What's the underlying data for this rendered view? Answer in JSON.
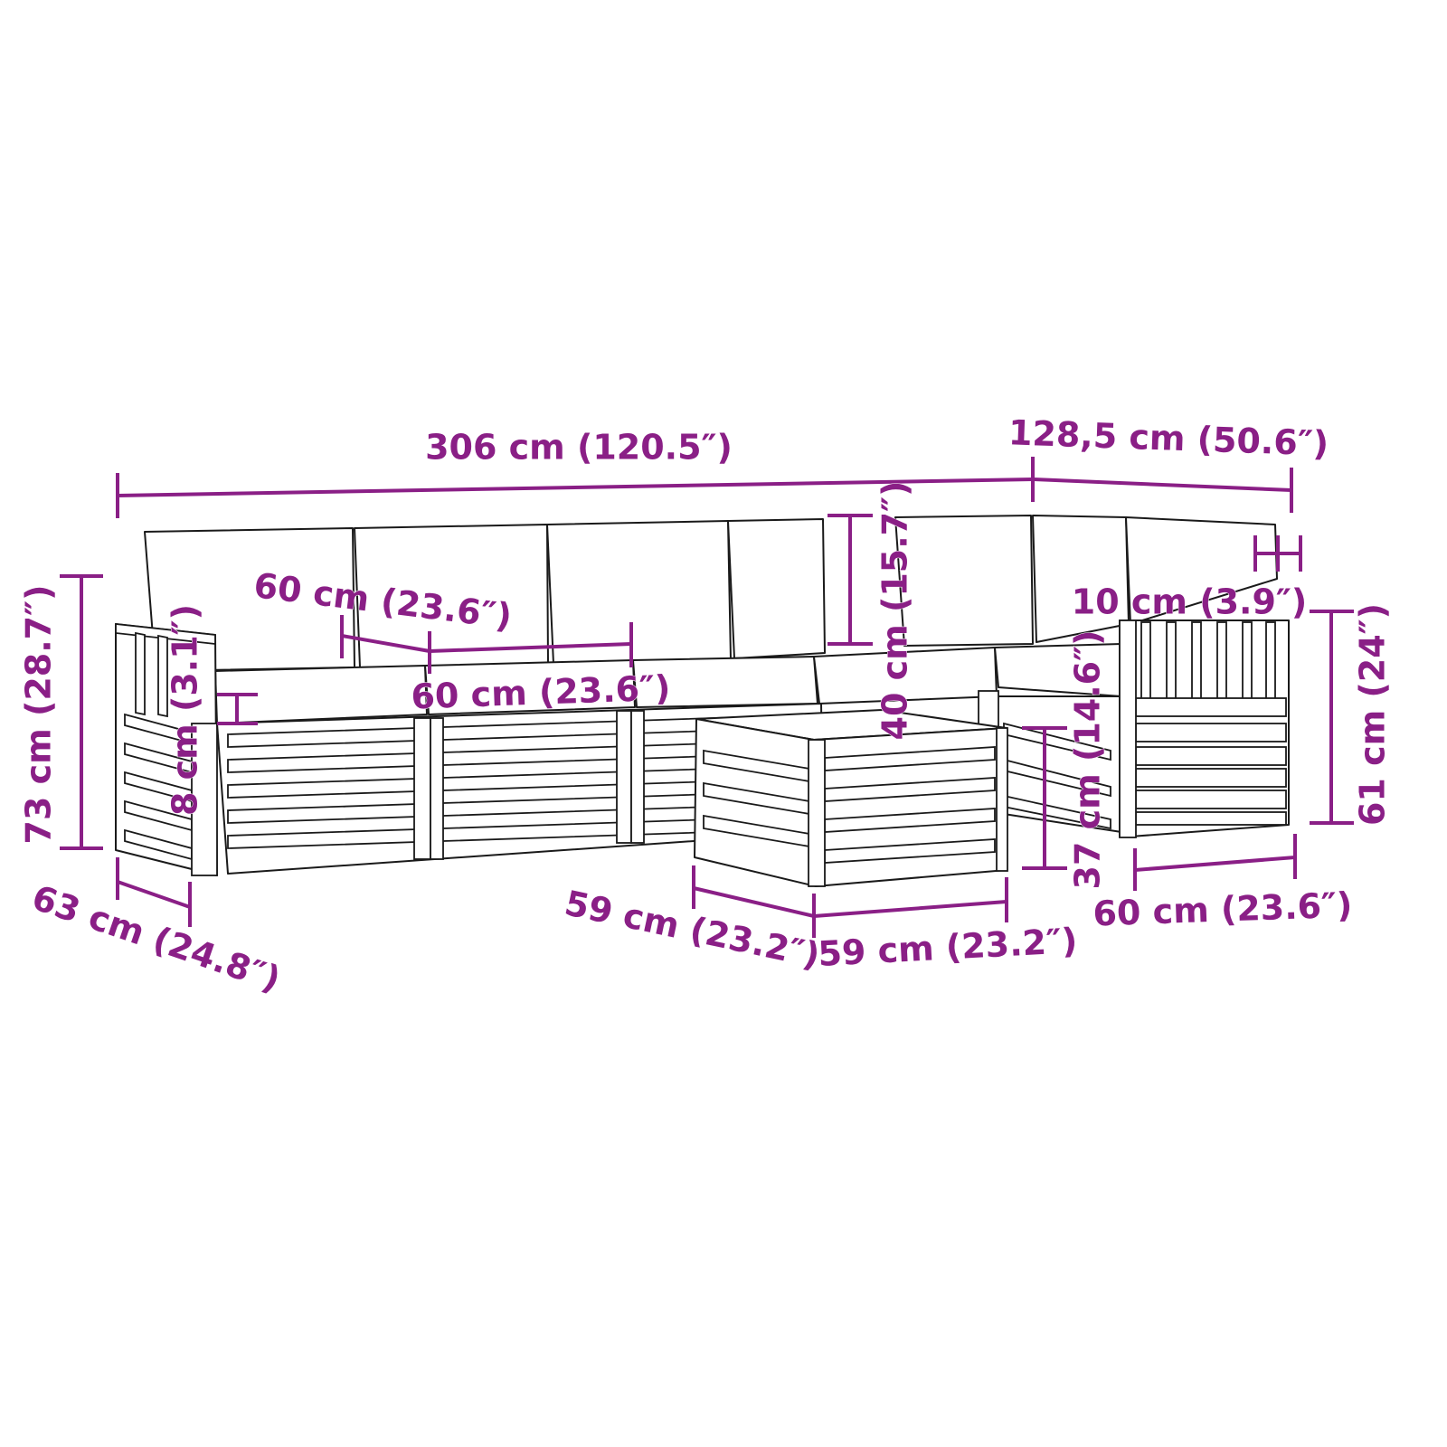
{
  "colors": {
    "accent": "#8a1f86",
    "line": "#1a1a1a",
    "background": "#ffffff"
  },
  "dimensions": {
    "total_width": "306 cm (120.5″)",
    "corner_depth": "128,5 cm (50.6″)",
    "total_height": "73 cm (28.7″)",
    "seat_depth": "60 cm (23.6″)",
    "seat_width": "60 cm (23.6″)",
    "armrest_width": "8 cm (3.1″)",
    "backrest_height": "40 cm (15.7″)",
    "cushion_thickness": "10 cm (3.9″)",
    "armchair_height": "61 cm (24″)",
    "seat_height": "37 cm (14.6″)",
    "armchair_depth": "63 cm (24.8″)",
    "table_depth": "59 cm (23.2″)",
    "table_width": "59 cm (23.2″)",
    "armchair_width": "60 cm (23.6″)"
  }
}
